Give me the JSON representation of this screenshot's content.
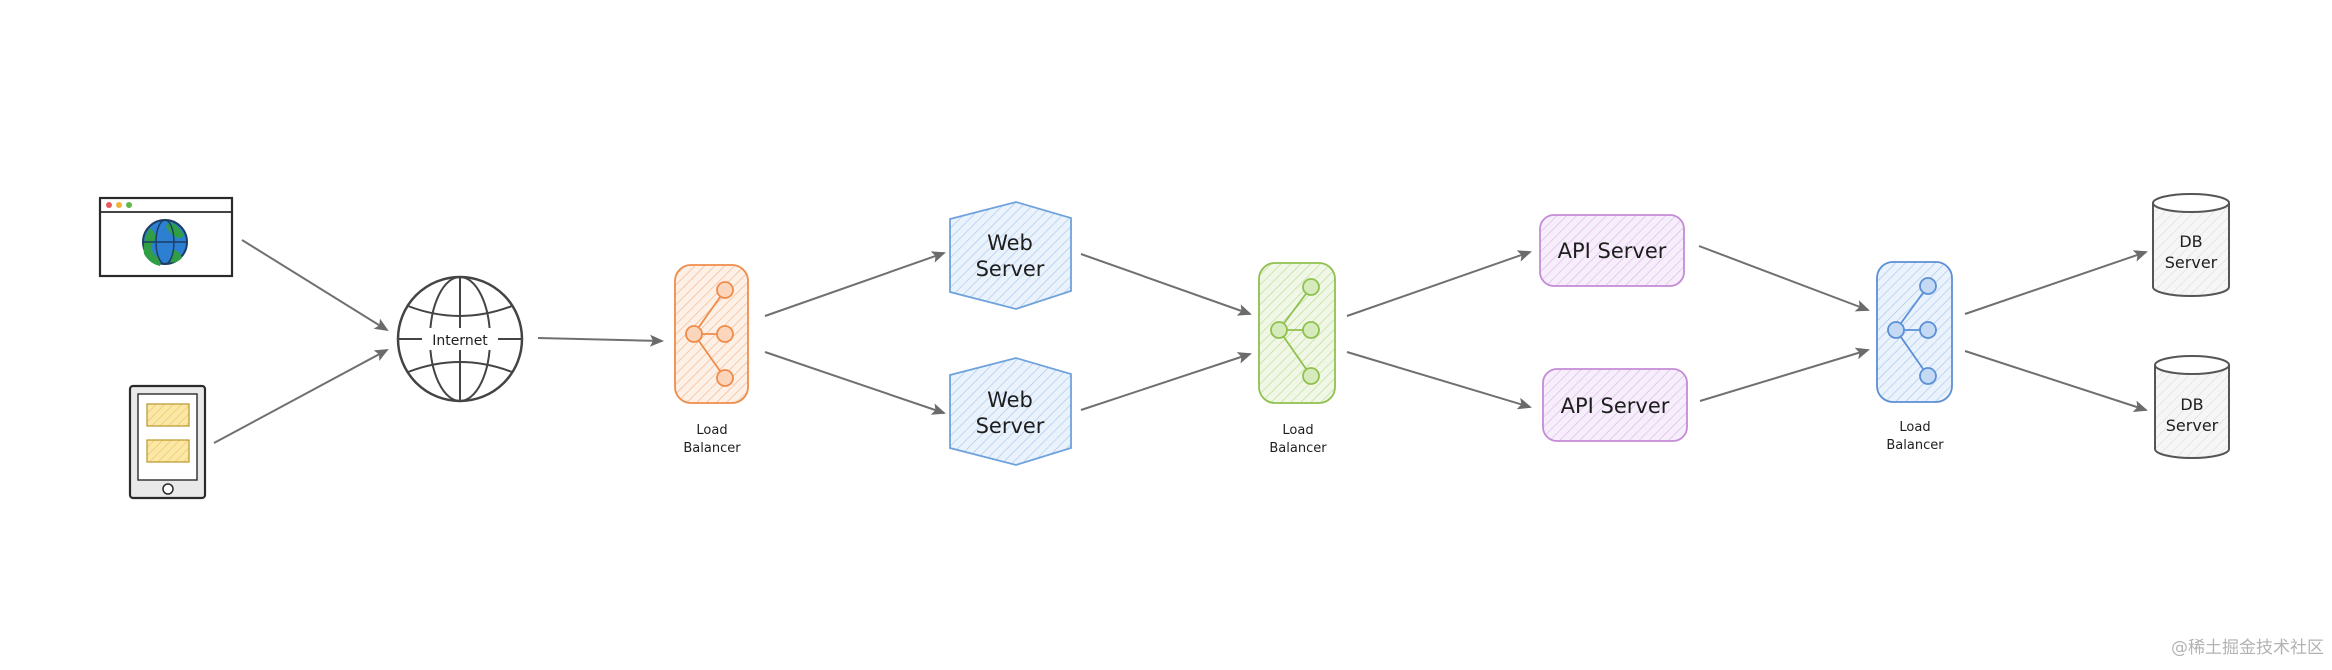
{
  "internet_label": "Internet",
  "lb1_label": [
    "Load",
    "Balancer"
  ],
  "lb2_label": [
    "Load",
    "Balancer"
  ],
  "lb3_label": [
    "Load",
    "Balancer"
  ],
  "web_server_1_label": [
    "Web",
    "Server"
  ],
  "web_server_2_label": [
    "Web",
    "Server"
  ],
  "api_server_1_label": "API Server",
  "api_server_2_label": "API Server",
  "db_server_1_label": [
    "DB",
    "Server"
  ],
  "db_server_2_label": [
    "DB",
    "Server"
  ],
  "watermark": "@稀土掘金技术社区",
  "colors": {
    "lb1": "#f08c4a",
    "lb2": "#8fc14f",
    "lb3": "#5b8fd6",
    "web": "#6ea2dc",
    "api": "#c58bd6",
    "db": "#8c8c8c",
    "arrow": "#707070",
    "globe_blue": "#2d7fd1",
    "globe_green": "#2f9e44",
    "tablet_note": "#f5d36b"
  }
}
